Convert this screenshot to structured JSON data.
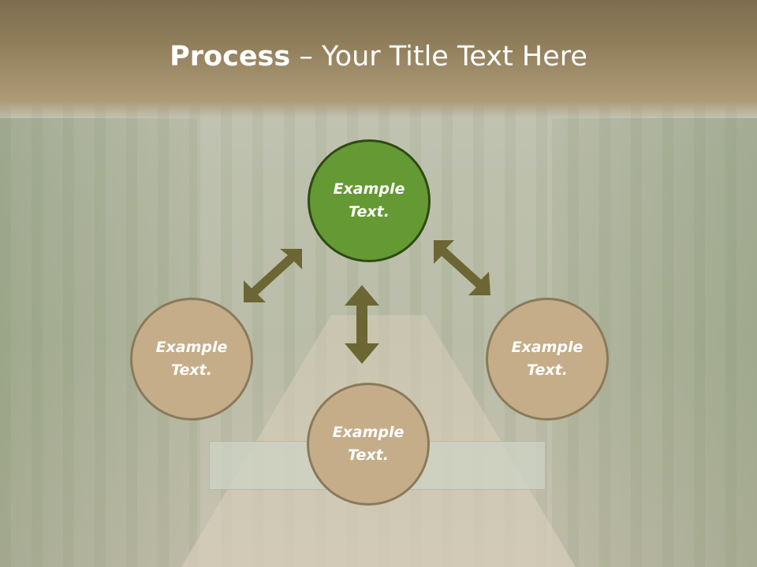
{
  "slide": {
    "title": {
      "bold": "Process",
      "separator": " – ",
      "rest": "Your Title Text Here"
    },
    "colors": {
      "header_top": "#7c6e50",
      "header_bottom": "#ae9a76",
      "center_circle_fill": "#659934",
      "center_circle_border": "#2f4a12",
      "side_circle_fill": "#c4ad88",
      "side_circle_border": "#8a7a5b",
      "arrow": "#6b6633"
    },
    "nodes": [
      {
        "id": "top",
        "line1": "Example",
        "line2": "Text."
      },
      {
        "id": "left",
        "line1": "Example",
        "line2": "Text."
      },
      {
        "id": "right",
        "line1": "Example",
        "line2": "Text."
      },
      {
        "id": "bottom",
        "line1": "Example",
        "line2": "Text."
      }
    ],
    "arrows": [
      {
        "id": "top-left",
        "direction": "bidirectional-diagonal"
      },
      {
        "id": "top-right",
        "direction": "bidirectional-diagonal"
      },
      {
        "id": "vertical",
        "direction": "bidirectional-vertical"
      }
    ]
  }
}
